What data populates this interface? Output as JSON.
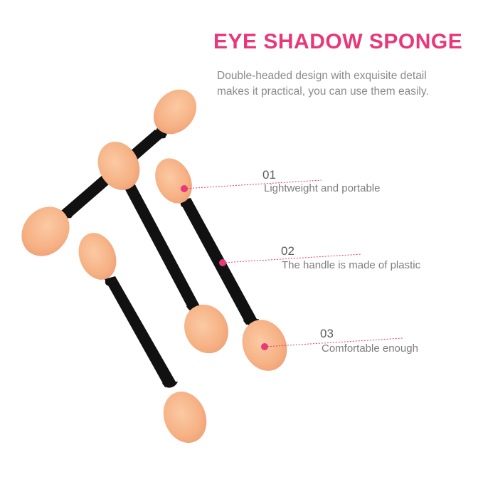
{
  "header": {
    "title": "EYE SHADOW SPONGE",
    "subtitle_line1": "Double-headed design with exquisite detail",
    "subtitle_line2": "makes it practical, you can use them easily."
  },
  "features": [
    {
      "number": "01",
      "text": "Lightweight and portable"
    },
    {
      "number": "02",
      "text": "The handle is made of plastic"
    },
    {
      "number": "03",
      "text": "Comfortable enough"
    }
  ],
  "colors": {
    "accent": "#e8387a",
    "sponge": "#f7b98d",
    "handle": "#141414",
    "text": "#7d7d7d"
  }
}
